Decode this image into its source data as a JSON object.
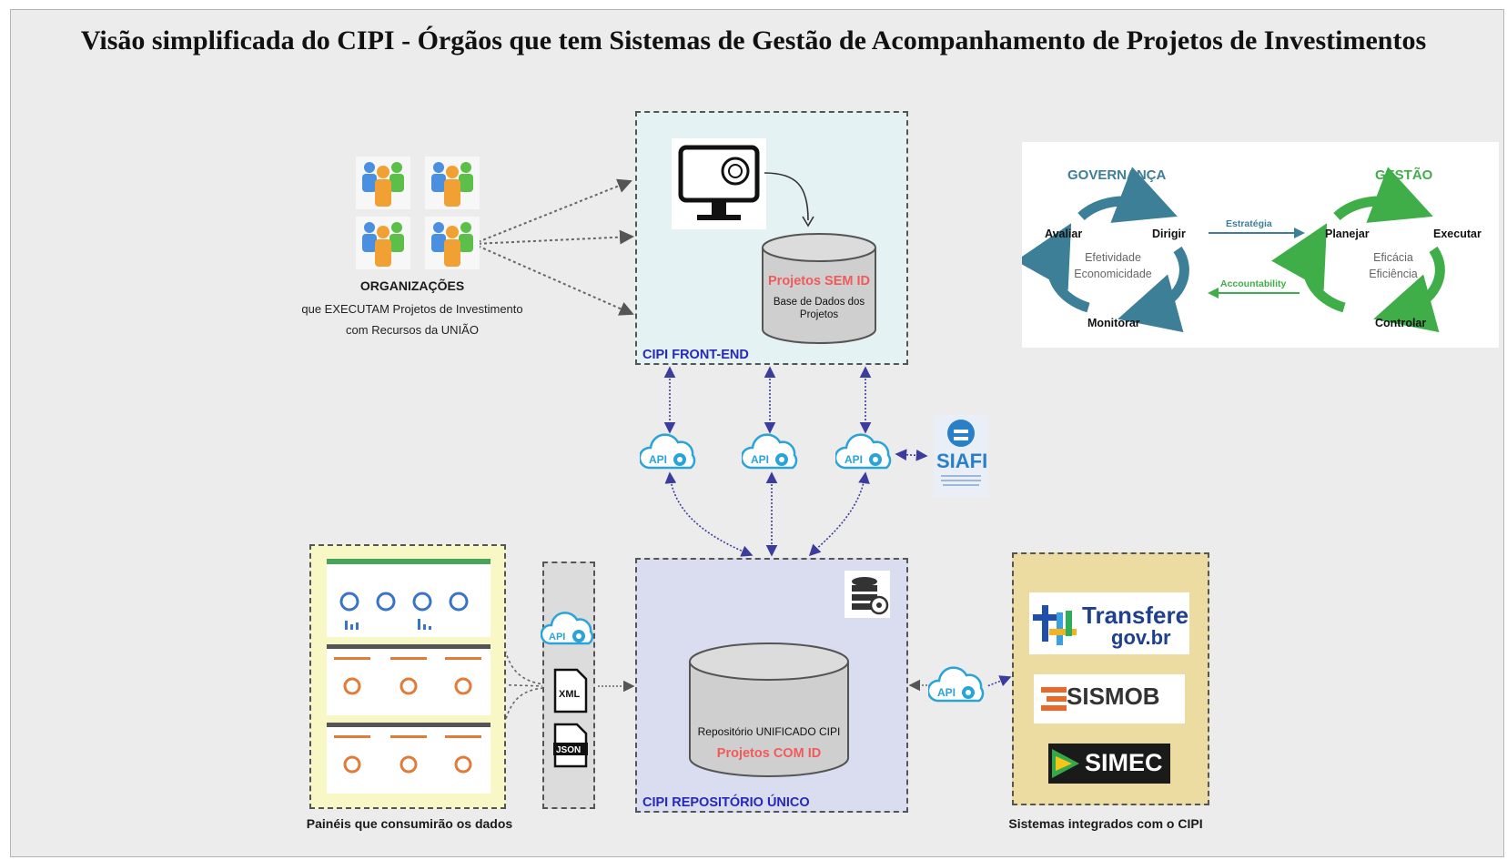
{
  "title": "Visão simplificada do CIPI - Órgãos que tem Sistemas de Gestão de Acompanhamento de Projetos de Investimentos",
  "organizations": {
    "heading": "ORGANIZAÇÕES",
    "line1": "que EXECUTAM Projetos de Investimento",
    "line2": "com Recursos da UNIÃO"
  },
  "front_end": {
    "label": "CIPI FRONT-END",
    "db_title": "Projetos SEM ID",
    "db_line1": "Base de Dados dos",
    "db_line2": "Projetos"
  },
  "repository": {
    "label": "CIPI REPOSITÓRIO ÚNICO",
    "db_line1": "Repositório UNIFICADO CIPI",
    "db_title": "Projetos COM ID"
  },
  "api_label": "API",
  "formats": {
    "xml": "XML",
    "json": "JSON"
  },
  "siafi": {
    "name": "SIAFI"
  },
  "panels_caption": "Painéis que consumirão os dados",
  "integrated": {
    "caption": "Sistemas integrados com o CIPI",
    "transfere_line1": "Transfere",
    "transfere_line2": "gov.br",
    "sismob": "SISMOB",
    "simec": "SIMEC"
  },
  "governance": {
    "gov_title": "GOVERNANÇA",
    "gestao_title": "GESTÃO",
    "avaliar": "Avaliar",
    "dirigir": "Dirigir",
    "monitorar": "Monitorar",
    "efetividade": "Efetividade",
    "economicidade": "Economicidade",
    "estrategia": "Estratégia",
    "accountability": "Accountability",
    "planejar": "Planejar",
    "executar": "Executar",
    "controlar": "Controlar",
    "eficacia": "Eficácia",
    "eficiencia": "Eficiência",
    "colors": {
      "gov": "#3d7f97",
      "gestao": "#3fae49"
    }
  },
  "colors": {
    "front_end_bg": "#e4f2f3",
    "repo_bg": "#d9ddef",
    "panel_bg": "#f8f7c6",
    "integrated_bg": "#ecdca2",
    "box_label": "#2727b8",
    "red_label": "#f25a5a",
    "api_cloud": "#2aa3d6"
  }
}
